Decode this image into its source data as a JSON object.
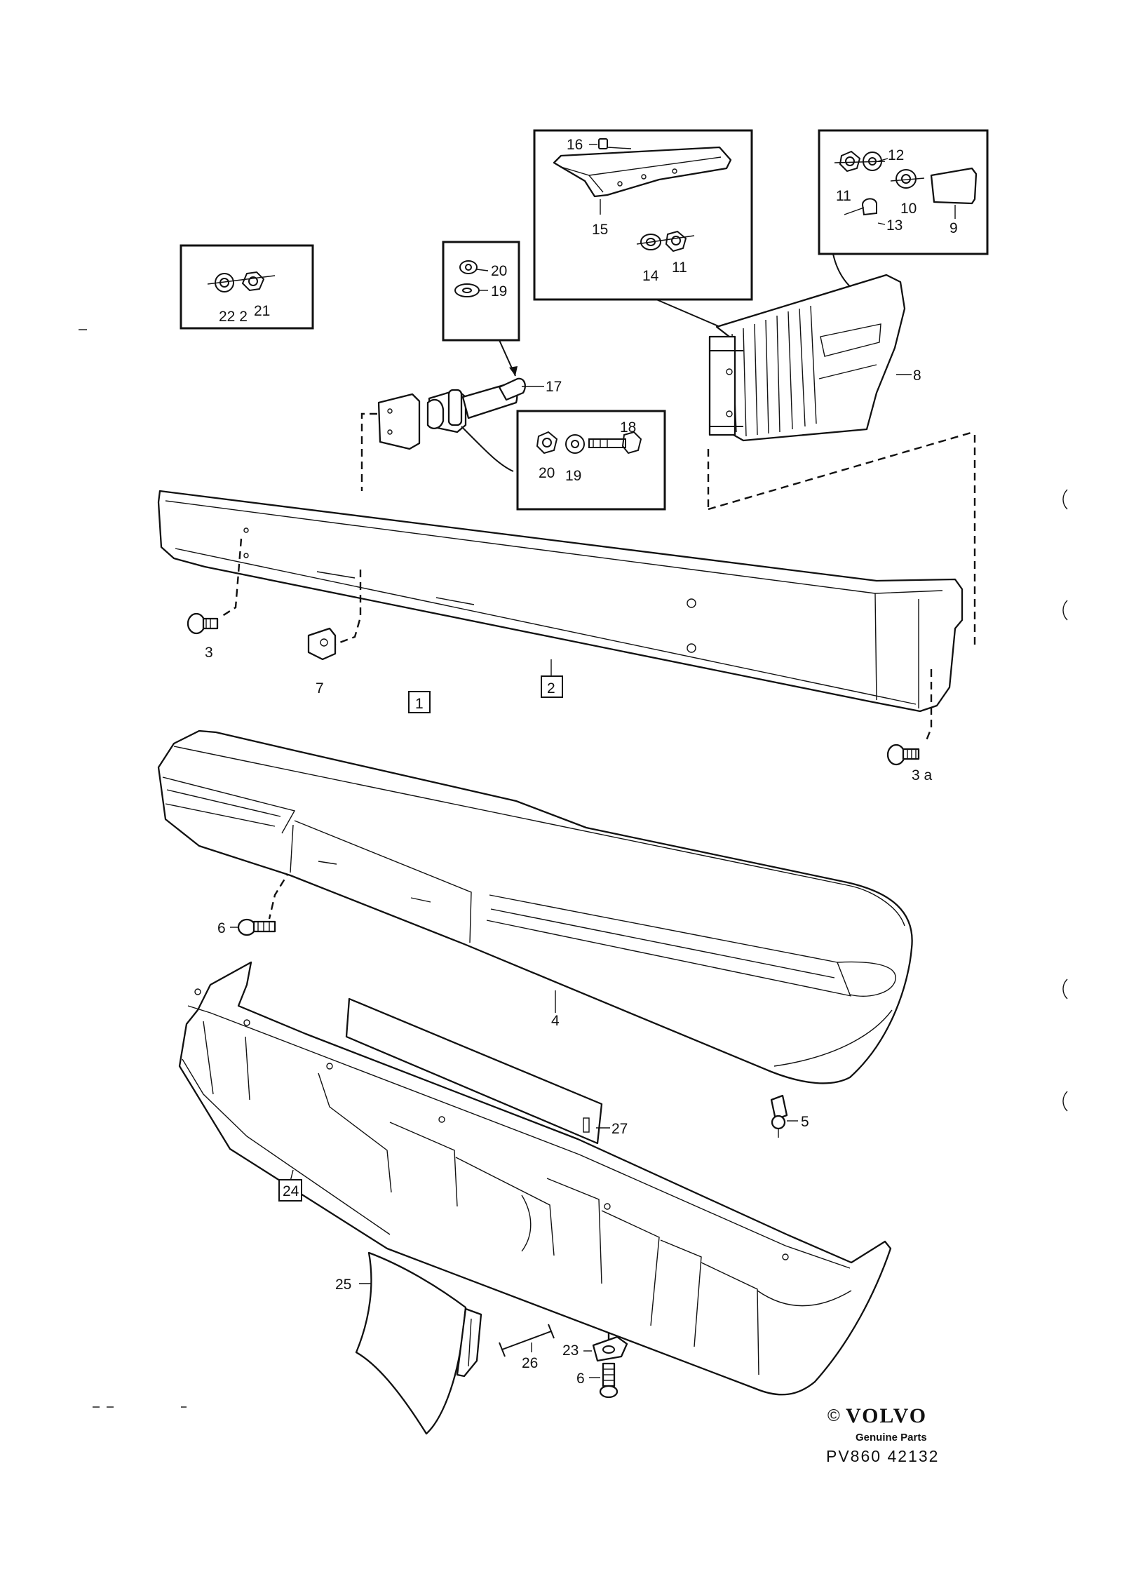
{
  "callouts": {
    "c1": "1",
    "c2": "2",
    "c3": "3",
    "c3a": "3 a",
    "c4": "4",
    "c5": "5",
    "c6a": "6",
    "c6b": "6",
    "c7": "7",
    "c8": "8",
    "c9": "9",
    "c10": "10",
    "c11a": "11",
    "c11b": "11",
    "c12": "12",
    "c13": "13",
    "c14": "14",
    "c15": "15",
    "c16": "16",
    "c17": "17",
    "c18": "18",
    "c19a": "19",
    "c19b": "19",
    "c20a": "20",
    "c20b": "20",
    "c21": "21",
    "c22": "22 2",
    "c23": "23",
    "c24": "24",
    "c25": "25",
    "c26": "26",
    "c27": "27"
  },
  "footer": {
    "copyright": "©",
    "brand": "VOLVO",
    "tagline": "Genuine Parts",
    "part_number": "PV860 42132"
  }
}
